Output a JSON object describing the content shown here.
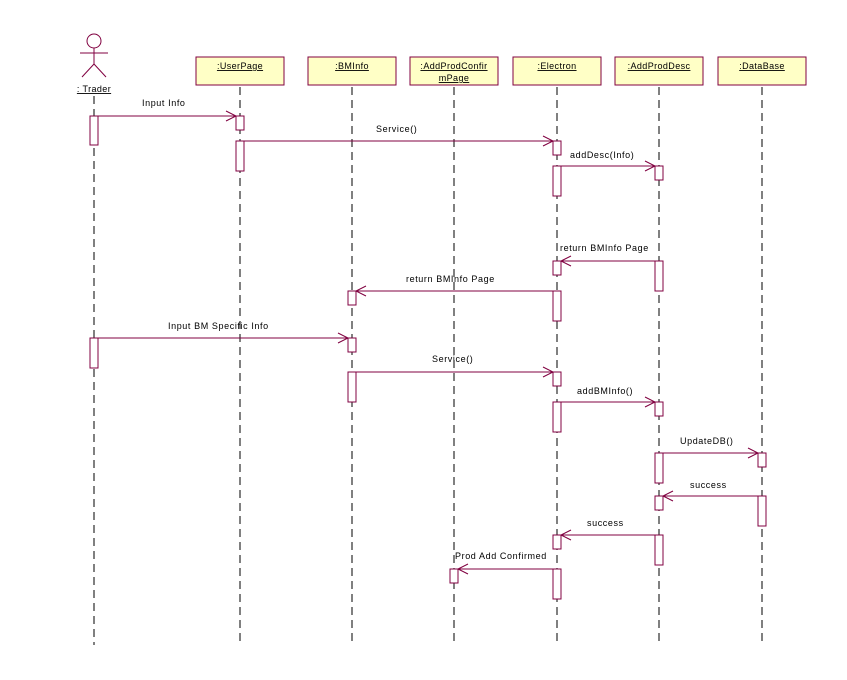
{
  "diagram": {
    "actor": {
      "label": ": Trader"
    },
    "objects": [
      {
        "lines": [
          ":UserPage"
        ]
      },
      {
        "lines": [
          ":BMInfo"
        ]
      },
      {
        "lines": [
          ":AddProdConfir",
          "mPage"
        ]
      },
      {
        "lines": [
          ":Electron"
        ]
      },
      {
        "lines": [
          ":AddProdDesc"
        ]
      },
      {
        "lines": [
          ":DataBase"
        ]
      }
    ],
    "messages": [
      "Input Info",
      "Service()",
      "addDesc(Info)",
      "return BMInfo Page",
      "return BMInfo Page",
      "Input BM Specific Info",
      "Service()",
      "addBMInfo()",
      "UpdateDB()",
      "success",
      "success",
      "Prod Add Confirmed"
    ],
    "colors": {
      "box_fill": "#ffffc6",
      "line": "#800040"
    }
  }
}
